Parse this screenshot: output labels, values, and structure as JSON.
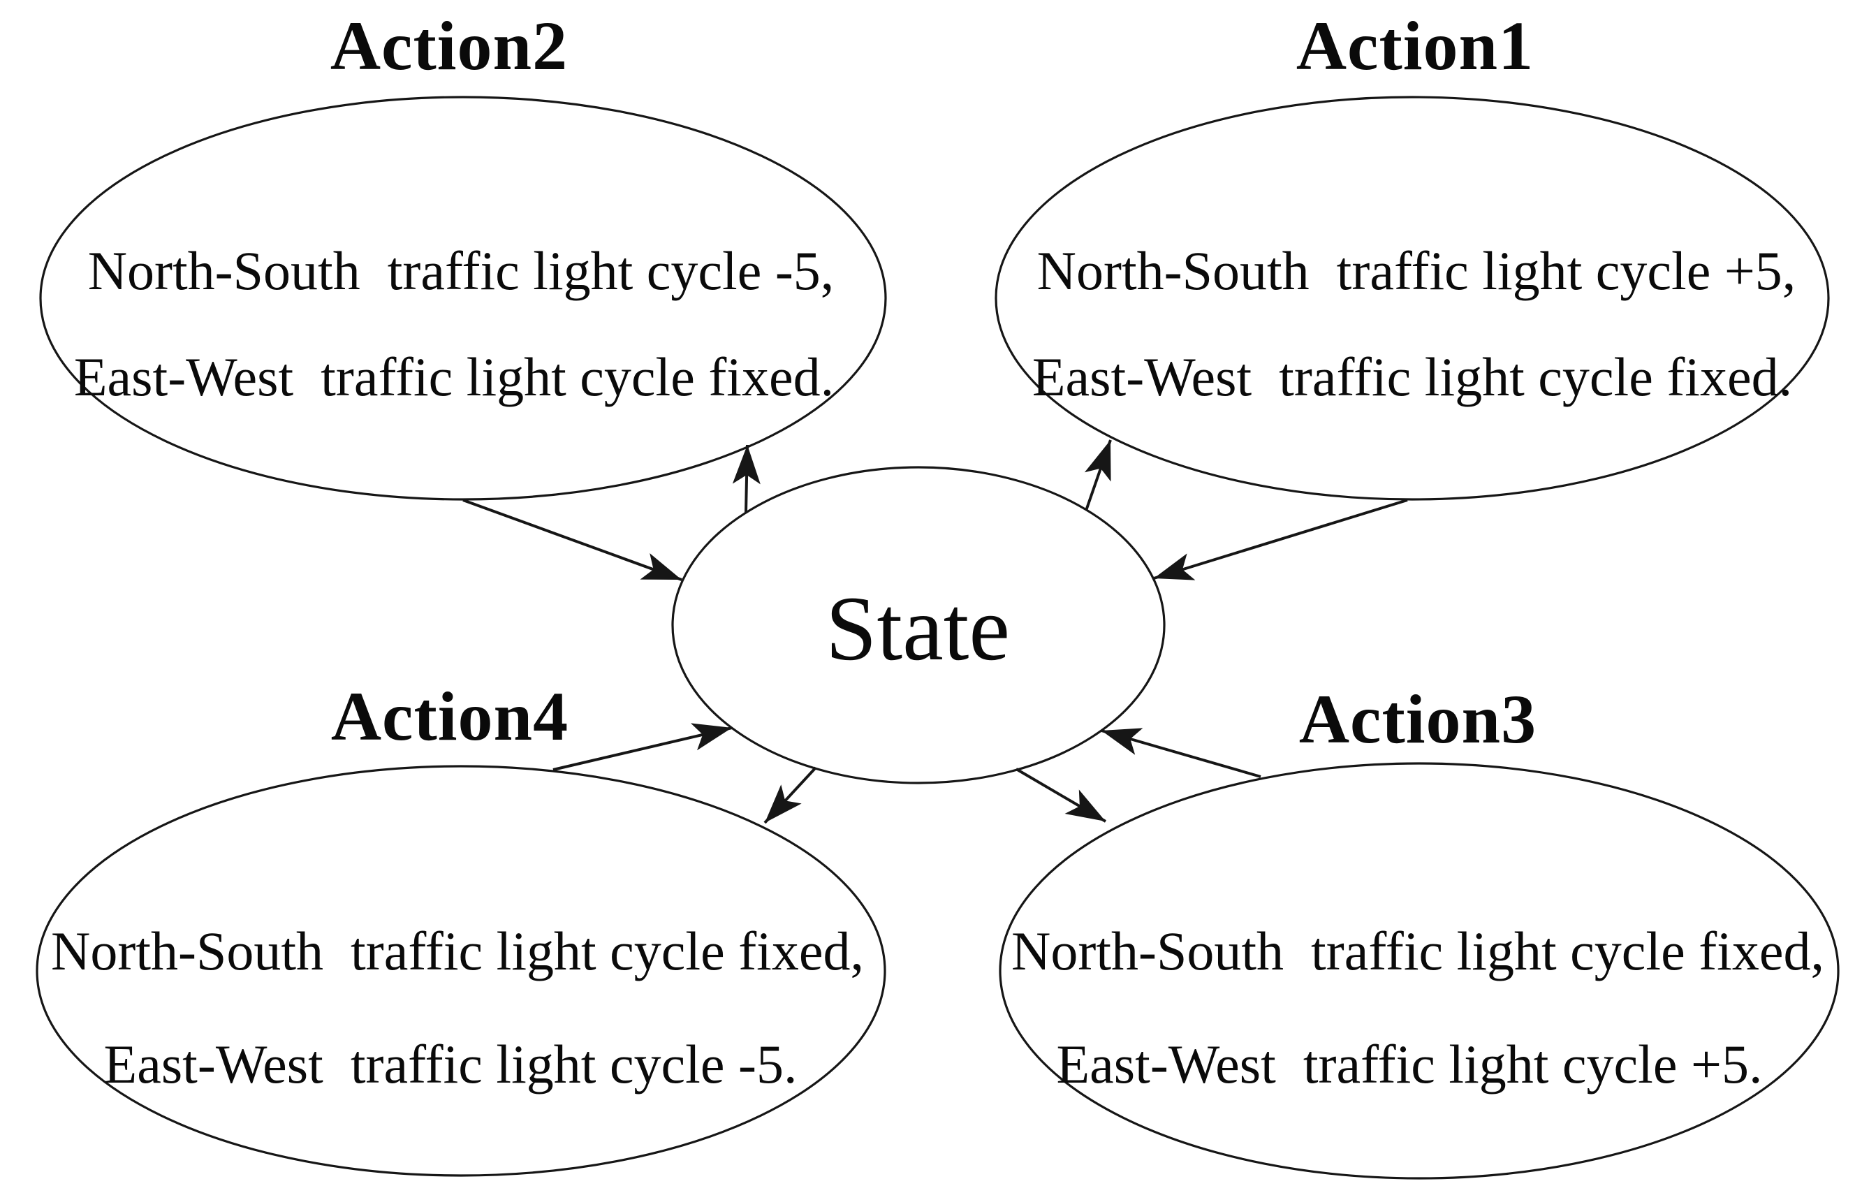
{
  "diagram": {
    "background_color": "#ffffff",
    "stroke_color": "#161616",
    "text_color": "#0a0a0a",
    "state_node": {
      "label": "State"
    },
    "action_nodes": [
      {
        "position": "top-right",
        "title": "Action1",
        "line1": "North-South  traffic light cycle +5,",
        "line2": "East-West  traffic light cycle fixed."
      },
      {
        "position": "top-left",
        "title": "Action2",
        "line1": "North-South  traffic light cycle -5,",
        "line2": "East-West  traffic light cycle fixed."
      },
      {
        "position": "bottom-right",
        "title": "Action3",
        "line1": "North-South  traffic light cycle fixed,",
        "line2": "East-West  traffic light cycle +5."
      },
      {
        "position": "bottom-left",
        "title": "Action4",
        "line1": "North-South  traffic light cycle fixed,",
        "line2": "East-West  traffic light cycle -5."
      }
    ]
  }
}
